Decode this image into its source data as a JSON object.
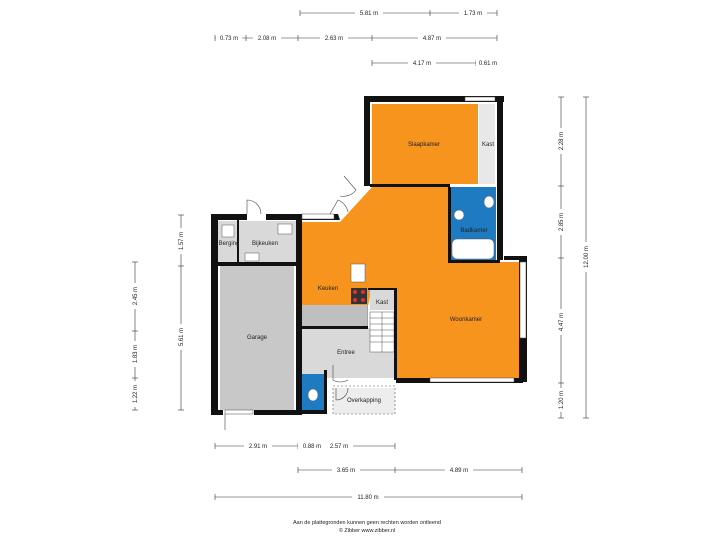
{
  "rooms": {
    "slaapkamer": "Slaapkamer",
    "kast_top": "Kast",
    "badkamer": "Badkamer",
    "berging": "Berging",
    "bijkeuken": "Bijkeuken",
    "keuken": "Keuken",
    "kast_mid": "Kast",
    "woonkamer": "Woonkamer",
    "garage": "Garage",
    "entree": "Entree",
    "overkapping": "Overkapping"
  },
  "dimensions": {
    "top_row1": [
      "5.81 m",
      "1.73 m"
    ],
    "top_row2": [
      "0.73 m",
      "2.08 m",
      "2.63 m",
      "4.87 m"
    ],
    "top_row3": [
      "4.17 m",
      "0.61 m"
    ],
    "right_col1": [
      "2.28 m",
      "2.85 m",
      "4.47 m",
      "1.20 m"
    ],
    "right_total": "12.00 m",
    "left_col1": [
      "1.57 m",
      "5.61 m"
    ],
    "left_col2": [
      "2.45 m",
      "1.83 m",
      "1.22 m"
    ],
    "bottom_row1": [
      "2.91 m",
      "0.88 m",
      "2.57 m"
    ],
    "bottom_row2": [
      "3.65 m",
      "4.89 m"
    ],
    "bottom_total": "11.80 m"
  },
  "footer": {
    "line1": "Aan de plattegronden kunnen geen rechten worden ontleend",
    "line2": "© Zibber www.zibber.nl"
  },
  "colors": {
    "living": "#F7941D",
    "wet": "#1F7BC1",
    "service": "#D9D9D9",
    "wall": "#111111"
  }
}
